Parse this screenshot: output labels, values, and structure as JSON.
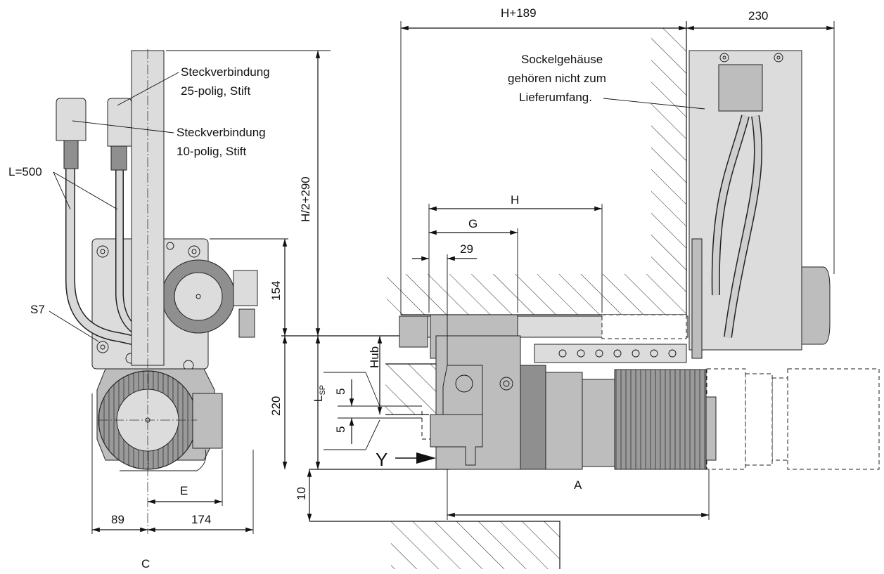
{
  "labels": {
    "dim_h_plus_189": "H+189",
    "dim_230": "230",
    "note_line1": "Sockelgehäuse",
    "note_line2": "gehören nicht zum",
    "note_line3": "Lieferumfang.",
    "conn25_line1": "Steckverbindung",
    "conn25_line2": "25-polig, Stift",
    "conn10_line1": "Steckverbindung",
    "conn10_line2": "10-polig, Stift",
    "cable_length": "L=500",
    "switch": "S7",
    "dim_h_half_290": "H/2+290",
    "dim_h": "H",
    "dim_g": "G",
    "dim_29": "29",
    "dim_154": "154",
    "dim_220": "220",
    "dim_hub": "Hub",
    "dim_lsp_main": "L",
    "dim_lsp_sub": "SP",
    "dim_5_upper": "5",
    "dim_5_lower": "5",
    "view_y": "Y",
    "dim_10": "10",
    "dim_a": "A",
    "dim_e": "E",
    "dim_89": "89",
    "dim_174": "174",
    "view_c": "C"
  }
}
